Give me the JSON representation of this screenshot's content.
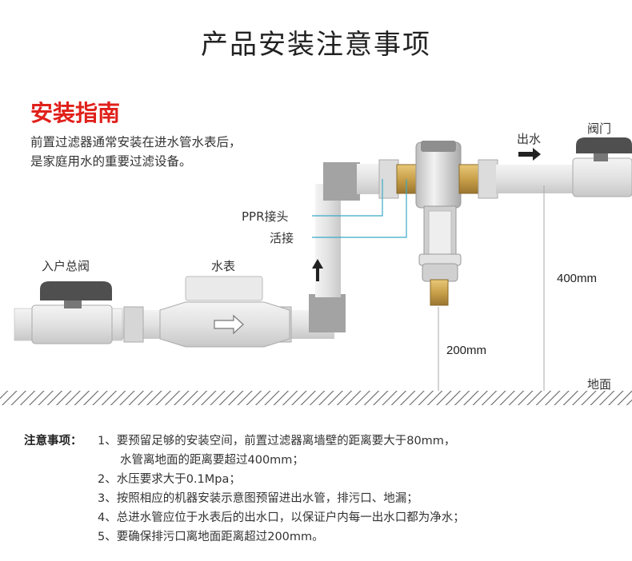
{
  "page": {
    "title": "产品安装注意事项"
  },
  "guide": {
    "heading": "安装指南",
    "lines": [
      "前置过滤器通常安装在进水管水表后，",
      "是家庭用水的重要过滤设备。"
    ]
  },
  "labels": {
    "inlet_valve": "入户总阀",
    "water_meter": "水表",
    "ppr_joint": "PPR接头",
    "union_joint": "活接",
    "outlet": "出水",
    "valve": "阀门",
    "ground": "地面",
    "height_400": "400mm",
    "height_200": "200mm"
  },
  "notes": {
    "heading": "注意事项：",
    "items": [
      "1、要预留足够的安装空间，前置过滤器离墙壁的距离要大于80mm，",
      "水管离地面的距离要超过400mm；",
      "2、水压要求大于0.1Mpa；",
      "3、按照相应的机器安装示意图预留进出水管，排污口、地漏；",
      "4、总进水管应位于水表后的出水口，以保证户内每一出水口都为净水；",
      "5、要确保排污口离地面距离超过200mm。"
    ]
  },
  "colors": {
    "accent": "#e0201b",
    "pipe": "#dcdcdc",
    "pipe_dark": "#9a9a9a",
    "brass": "#c9a04a",
    "handle": "#555555",
    "leader": "#3aa9c6"
  }
}
